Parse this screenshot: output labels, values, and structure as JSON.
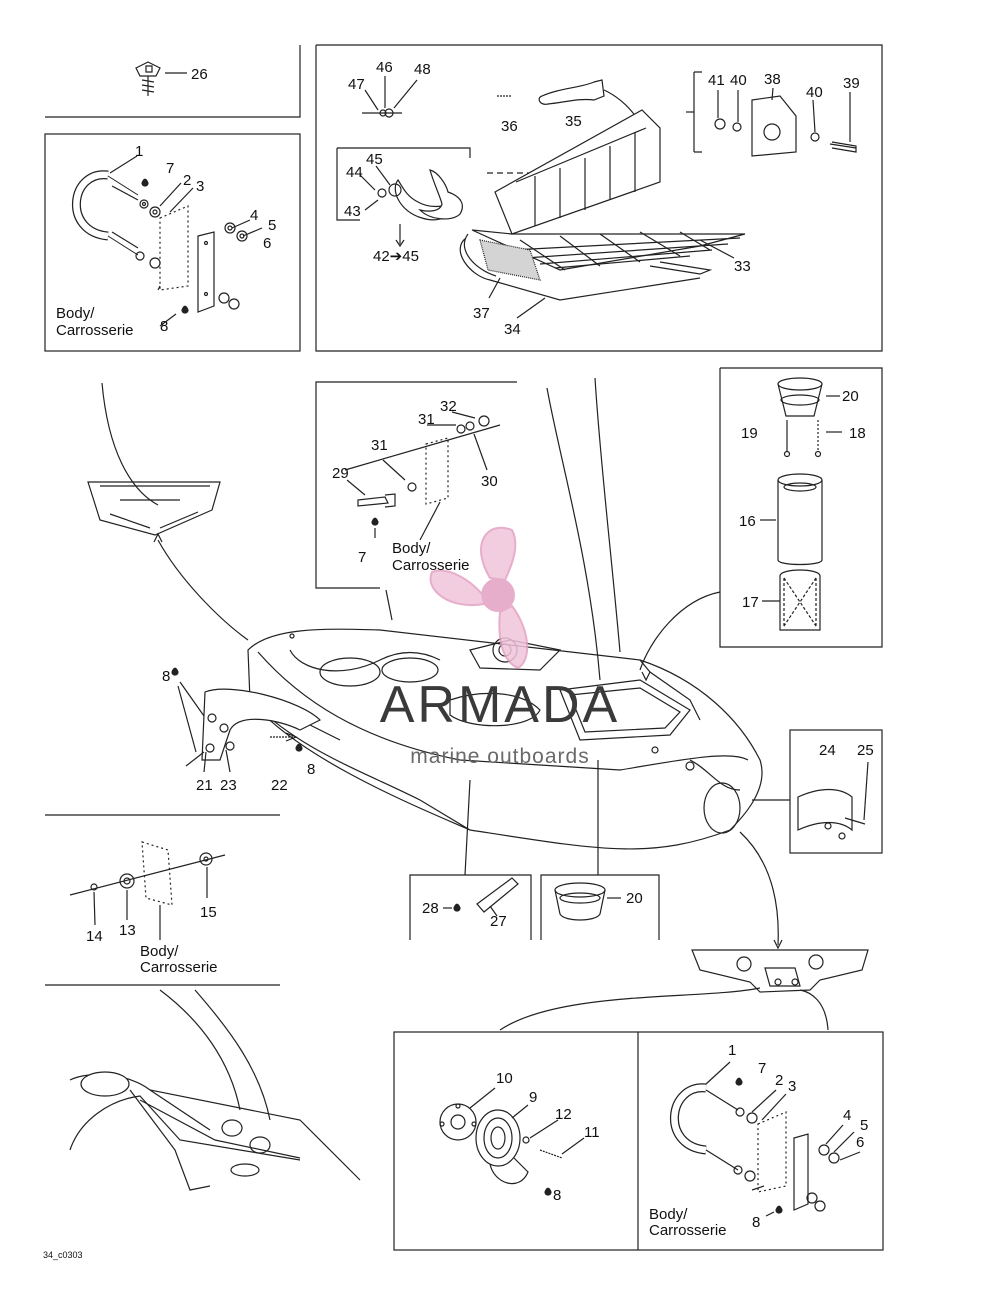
{
  "watermark": {
    "brand": "ARMADA",
    "tagline": "marine outboards",
    "logo_color": "#e3a0c2",
    "text_color": "#3a3a3a"
  },
  "drawing_code": "34_c0303",
  "callouts": {
    "c26": "26",
    "c47": "47",
    "c46": "46",
    "c48": "48",
    "c36": "36",
    "c35": "35",
    "c41": "41",
    "c40a": "40",
    "c38": "38",
    "c40b": "40",
    "c39": "39",
    "c45": "45",
    "c44": "44",
    "c43": "43",
    "c42to45": "42➔45",
    "c33": "33",
    "c37": "37",
    "c34": "34",
    "tl1": "1",
    "tl7": "7",
    "tl2": "2",
    "tl3": "3",
    "tl4": "4",
    "tl5": "5",
    "tl6": "6",
    "tl8": "8",
    "c32": "32",
    "c31a": "31",
    "c31b": "31",
    "c29": "29",
    "c30": "30",
    "c7": "7",
    "c20a": "20",
    "c18": "18",
    "c19": "19",
    "c16": "16",
    "c17": "17",
    "c8a": "8",
    "c21": "21",
    "c23": "23",
    "c22": "22",
    "c8b": "8",
    "c24": "24",
    "c25": "25",
    "c14": "14",
    "c13": "13",
    "c15": "15",
    "c28": "28",
    "c27": "27",
    "c20b": "20",
    "c10": "10",
    "c9": "9",
    "c12": "12",
    "c11": "11",
    "c8c": "8",
    "br1": "1",
    "br7": "7",
    "br2": "2",
    "br3": "3",
    "br4": "4",
    "br5": "5",
    "br6": "6",
    "br8": "8"
  },
  "body_labels": {
    "top_left": [
      "Body/",
      "Carrosserie"
    ],
    "middle": [
      "Body/",
      "Carrosserie"
    ],
    "left": [
      "Body/",
      "Carrosserie"
    ],
    "bottom_right": [
      "Body/",
      "Carrosserie"
    ]
  }
}
